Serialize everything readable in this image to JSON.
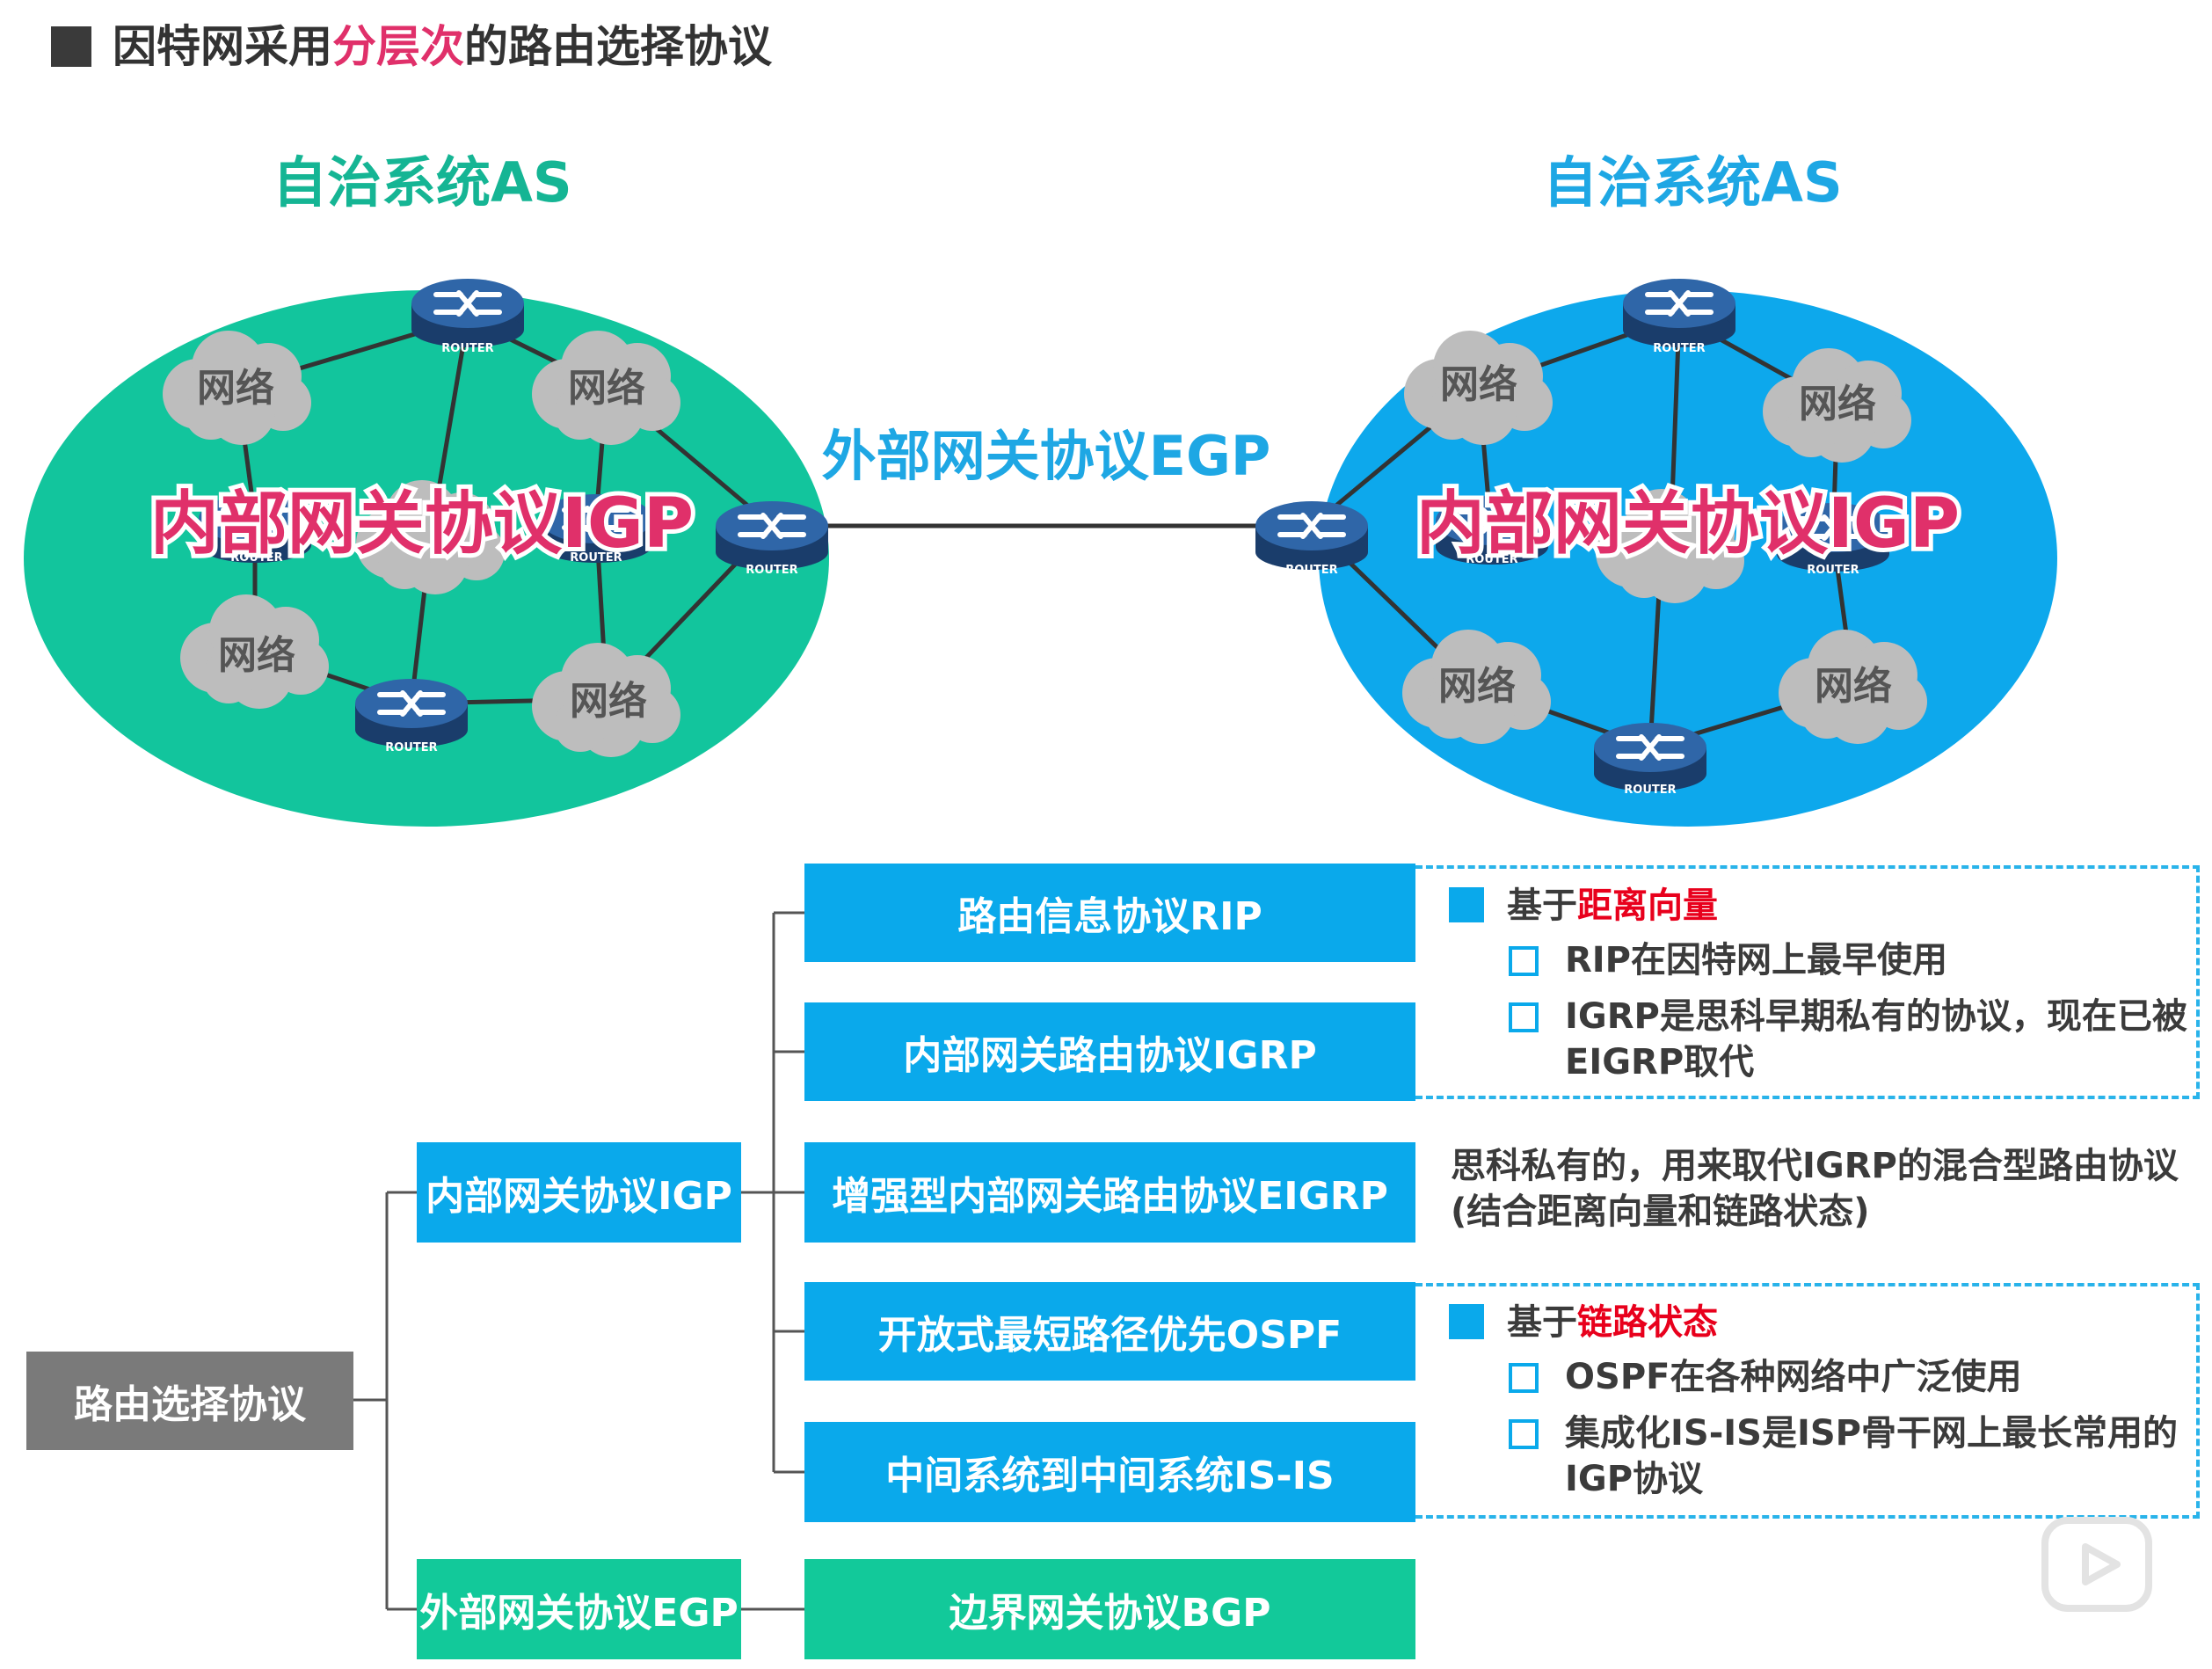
{
  "header": {
    "title_prefix": "因特网采用",
    "title_emphasis": "分层次",
    "title_suffix": "的路由选择协议"
  },
  "diagram": {
    "as_left_title": "自治系统AS",
    "as_right_title": "自治系统AS",
    "network_label": "网络",
    "router_label": "ROUTER",
    "igp_label": "内部网关协议IGP",
    "egp_label": "外部网关协议EGP",
    "colors": {
      "as_left": "#12c59d",
      "as_right": "#0da8ec",
      "emphasis": "#e0306a"
    }
  },
  "tree": {
    "root": "路由选择协议",
    "igp": "内部网关协议IGP",
    "egp": "外部网关协议EGP",
    "rip": "路由信息协议RIP",
    "igrp": "内部网关路由协议IGRP",
    "eigrp": "增强型内部网关路由协议EIGRP",
    "ospf": "开放式最短路径优先OSPF",
    "isis": "中间系统到中间系统IS-IS",
    "bgp": "边界网关协议BGP"
  },
  "notes": {
    "dv_prefix": "基于",
    "dv_emph": "距离向量",
    "dv_item1": "RIP在因特网上最早使用",
    "dv_item2_line1": "IGRP是思科早期私有的协议，现在已被",
    "dv_item2_line2": "EIGRP取代",
    "eigrp_line1": "思科私有的，用来取代IGRP的混合型路由协议",
    "eigrp_line2": "(结合距离向量和链路状态)",
    "ls_prefix": "基于",
    "ls_emph": "链路状态",
    "ls_item1": "OSPF在各种网络中广泛使用",
    "ls_item2_line1": "集成化IS-IS是ISP骨干网上最长常用的",
    "ls_item2_line2": "IGP协议"
  }
}
